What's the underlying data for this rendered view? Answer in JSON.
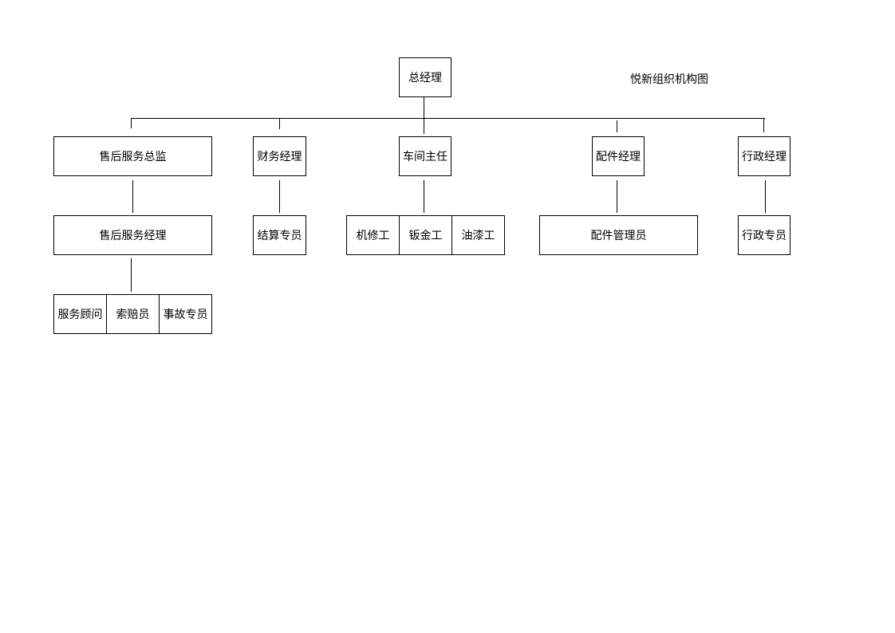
{
  "title": "悦新组织机构图",
  "nodes": {
    "general_manager": "总经理",
    "after_sales_director": "售后服务总监",
    "finance_manager": "财务经理",
    "workshop_director": "车间主任",
    "parts_manager": "配件经理",
    "admin_manager": "行政经理",
    "after_sales_manager": "售后服务经理",
    "settlement_specialist": "结算专员",
    "mechanic": "机修工",
    "sheet_metal_worker": "钣金工",
    "painter": "油漆工",
    "parts_administrator": "配件管理员",
    "admin_specialist": "行政专员",
    "service_advisor": "服务顾问",
    "claims_clerk": "索赔员",
    "accident_specialist": "事故专员"
  }
}
